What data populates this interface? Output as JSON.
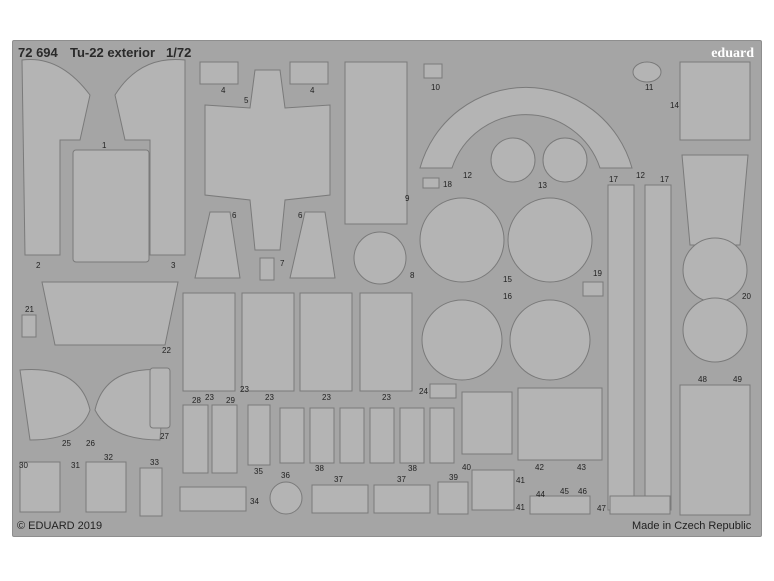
{
  "header": {
    "code": "72 694",
    "title": "Tu-22 exterior",
    "scale": "1/72"
  },
  "brand": "eduard",
  "footer": {
    "copyright": "© EDUARD 2019",
    "origin": "Made in Czech Republic"
  },
  "colors": {
    "fret": "#a5a5a5",
    "part_fill": "#b4b4b4",
    "part_stroke": "#7a7a7a",
    "text": "#222222"
  },
  "part_numbers": [
    "1",
    "2",
    "3",
    "4",
    "4",
    "5",
    "6",
    "6",
    "7",
    "8",
    "9",
    "10",
    "11",
    "12",
    "12",
    "13",
    "14",
    "15",
    "16",
    "17",
    "17",
    "18",
    "19",
    "20",
    "21",
    "22",
    "23",
    "23",
    "23",
    "23",
    "23",
    "24",
    "25",
    "26",
    "27",
    "28",
    "29",
    "30",
    "31",
    "32",
    "33",
    "34",
    "35",
    "36",
    "37",
    "37",
    "38",
    "38",
    "39",
    "40",
    "41",
    "41",
    "42",
    "43",
    "44",
    "45",
    "46",
    "47",
    "48",
    "49"
  ]
}
